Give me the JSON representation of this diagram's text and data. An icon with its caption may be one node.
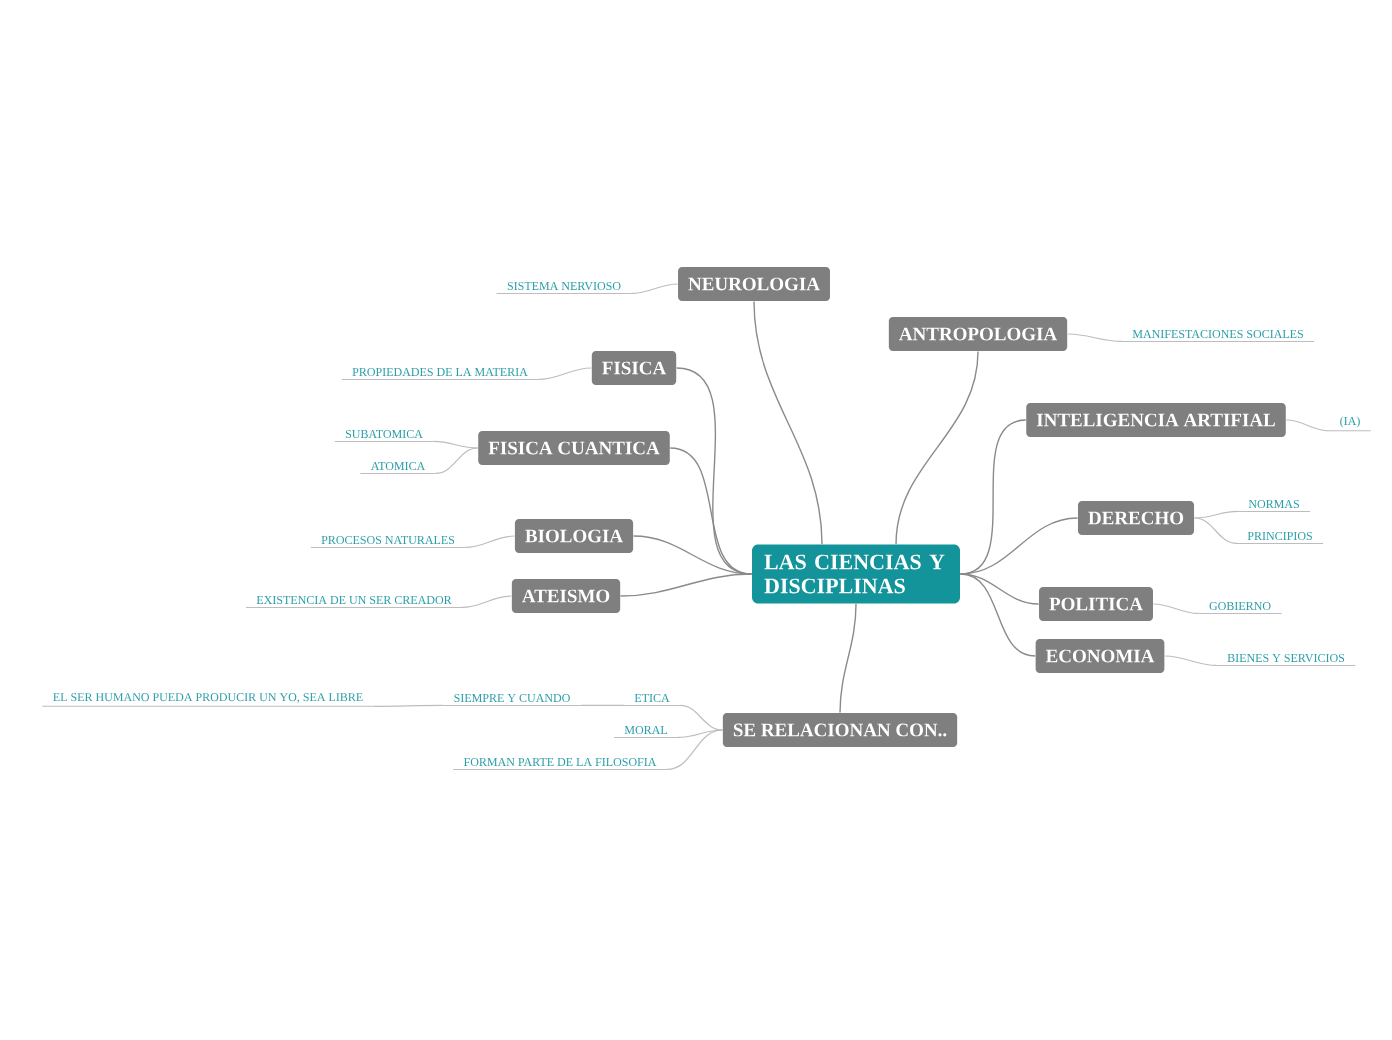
{
  "diagram": {
    "nodes": [
      {
        "text": [
          "LAS CIENCIAS Y DISCIPLINAS"
        ]
      },
      {
        "text": [
          "NEUROLOGIA"
        ]
      },
      {
        "text": [
          "SISTEMA NERVIOSO"
        ]
      },
      {
        "text": [
          "FISICA"
        ]
      },
      {
        "text": [
          "PROPIEDADES DE LA MATERIA"
        ]
      },
      {
        "text": [
          "FISICA CUANTICA"
        ]
      },
      {
        "text": [
          "SUBATOMICA"
        ]
      },
      {
        "text": [
          "ATOMICA"
        ]
      },
      {
        "text": [
          "BIOLOGIA"
        ]
      },
      {
        "text": [
          "PROCESOS NATURALES"
        ]
      },
      {
        "text": [
          "ATEISMO"
        ]
      },
      {
        "text": [
          "EXISTENCIA DE UN SER CREADOR"
        ]
      },
      {
        "text": [
          "ANTROPOLOGIA"
        ]
      },
      {
        "text": [
          "MANIFESTACIONES SOCIALES"
        ]
      },
      {
        "text": [
          "INTELIGENCIA ARTIFIAL"
        ]
      },
      {
        "text": [
          "(IA)"
        ]
      },
      {
        "text": [
          "DERECHO"
        ]
      },
      {
        "text": [
          "NORMAS"
        ]
      },
      {
        "text": [
          "PRINCIPIOS"
        ]
      },
      {
        "text": [
          "POLITICA"
        ]
      },
      {
        "text": [
          "GOBIERNO"
        ]
      },
      {
        "text": [
          "ECONOMIA"
        ]
      },
      {
        "text": [
          "BIENES Y SERVICIOS"
        ]
      },
      {
        "text": [
          "SE RELACIONAN CON.."
        ]
      },
      {
        "text": [
          "ETICA"
        ]
      },
      {
        "text": [
          "SIEMPRE Y CUANDO"
        ]
      },
      {
        "text": [
          "EL SER HUMANO PUEDA PRODUCIR UN YO, SEA LIBRE"
        ]
      },
      {
        "text": [
          "MORAL"
        ]
      },
      {
        "text": [
          "FORMAN PARTE DE LA FILOSOFIA"
        ]
      }
    ],
    "edges": [
      {
        "from": 0,
        "to": 1,
        "arrow": "none"
      },
      {
        "from": 1,
        "to": 2,
        "arrow": "none"
      },
      {
        "from": 0,
        "to": 3,
        "arrow": "none"
      },
      {
        "from": 3,
        "to": 4,
        "arrow": "none"
      },
      {
        "from": 0,
        "to": 5,
        "arrow": "none"
      },
      {
        "from": 5,
        "to": 6,
        "arrow": "none"
      },
      {
        "from": 5,
        "to": 7,
        "arrow": "none"
      },
      {
        "from": 0,
        "to": 8,
        "arrow": "none"
      },
      {
        "from": 8,
        "to": 9,
        "arrow": "none"
      },
      {
        "from": 0,
        "to": 10,
        "arrow": "none"
      },
      {
        "from": 10,
        "to": 11,
        "arrow": "none"
      },
      {
        "from": 0,
        "to": 12,
        "arrow": "none"
      },
      {
        "from": 12,
        "to": 13,
        "arrow": "none"
      },
      {
        "from": 0,
        "to": 14,
        "arrow": "none"
      },
      {
        "from": 14,
        "to": 15,
        "arrow": "none"
      },
      {
        "from": 0,
        "to": 16,
        "arrow": "none"
      },
      {
        "from": 16,
        "to": 17,
        "arrow": "none"
      },
      {
        "from": 16,
        "to": 18,
        "arrow": "none"
      },
      {
        "from": 0,
        "to": 19,
        "arrow": "none"
      },
      {
        "from": 19,
        "to": 20,
        "arrow": "none"
      },
      {
        "from": 0,
        "to": 21,
        "arrow": "none"
      },
      {
        "from": 21,
        "to": 22,
        "arrow": "none"
      },
      {
        "from": 0,
        "to": 23,
        "arrow": "none"
      },
      {
        "from": 23,
        "to": 24,
        "arrow": "none"
      },
      {
        "from": 24,
        "to": 25,
        "arrow": "none"
      },
      {
        "from": 25,
        "to": 26,
        "arrow": "none"
      },
      {
        "from": 23,
        "to": 27,
        "arrow": "none"
      },
      {
        "from": 23,
        "to": 28,
        "arrow": "none"
      }
    ]
  }
}
